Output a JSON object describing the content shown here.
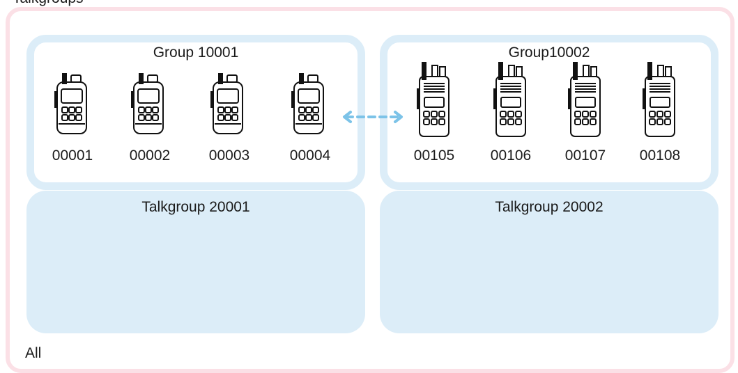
{
  "top_label": "Talkgroups",
  "all_label": "All",
  "groups": [
    {
      "title": "Group 10001",
      "devices": [
        "00001",
        "00002",
        "00003",
        "00004"
      ],
      "device_style": "compact-radio-icon"
    },
    {
      "title": "Group10002",
      "devices": [
        "00105",
        "00106",
        "00107",
        "00108"
      ],
      "device_style": "handheld-radio-icon"
    }
  ],
  "talkgroups": [
    {
      "title": "Talkgroup 20001"
    },
    {
      "title": "Talkgroup 20002"
    }
  ],
  "link_arrow": {
    "icon": "double-arrow-icon",
    "color": "#7cc3e8"
  },
  "colors": {
    "outer_border": "#fbe0e6",
    "group_border": "#dcedf8",
    "talkgroup_fill": "#dcedf8",
    "arrow": "#7cc3e8"
  }
}
